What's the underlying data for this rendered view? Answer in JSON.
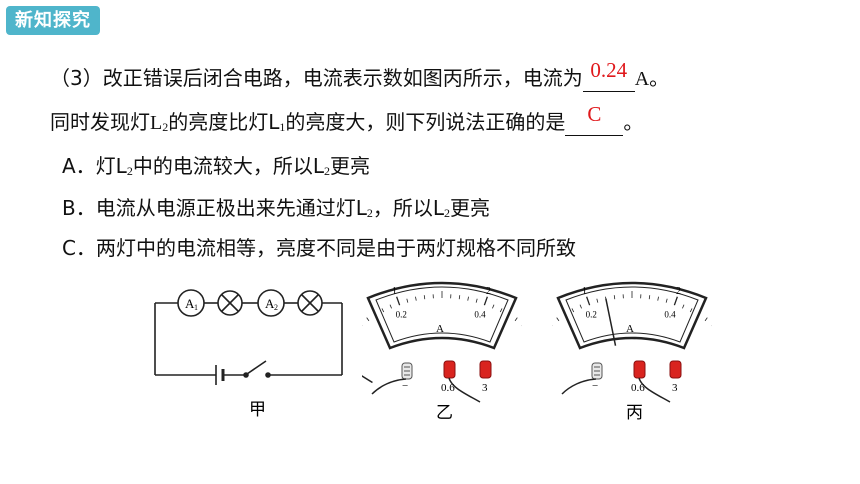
{
  "header": {
    "badge": "新知探究"
  },
  "question": {
    "line1_prefix": "（3）改正错误后闭合电路，电流表示数如图丙所示，电流为",
    "answer1": "0.24",
    "line1_suffix": "A。",
    "line2_a": "同时发现灯L",
    "sub2": "2",
    "line2_b": "的亮度比灯L",
    "sub1": "1",
    "line2_c": "的亮度大，则下列说法正确的是",
    "answer2": "C",
    "line2_end": "。"
  },
  "options": {
    "A_a": "A．灯L",
    "A_sub1": "2",
    "A_b": "中的电流较大，所以L",
    "A_sub2": "2",
    "A_c": "更亮",
    "B_a": "B．电流从电源正极出来先通过灯L",
    "B_sub1": "2",
    "B_b": "，所以L",
    "B_sub2": "2",
    "B_c": "更亮",
    "C": "C．两灯中的电流相等，亮度不同是由于两灯规格不同所致"
  },
  "figures": {
    "circuit": {
      "caption": "甲",
      "ammeter1": "A",
      "ammeter1_sub": "1",
      "ammeter2": "A",
      "ammeter2_sub": "2"
    },
    "meter_yi": {
      "caption": "乙",
      "reading_fraction": 0.0
    },
    "meter_bing": {
      "caption": "丙",
      "reading_fraction": 0.4
    },
    "meter_labels": {
      "top": [
        "0",
        "1",
        "2",
        "3"
      ],
      "bottom": [
        "0",
        "0.2",
        "0.4",
        "0.6"
      ],
      "unit": "A",
      "terminal_neg": "−",
      "terminal_06": "0.6",
      "terminal_3": "3"
    }
  },
  "colors": {
    "badge": "#4fb5cb",
    "answer": "#e0191c",
    "terminal": "#d9241f"
  }
}
